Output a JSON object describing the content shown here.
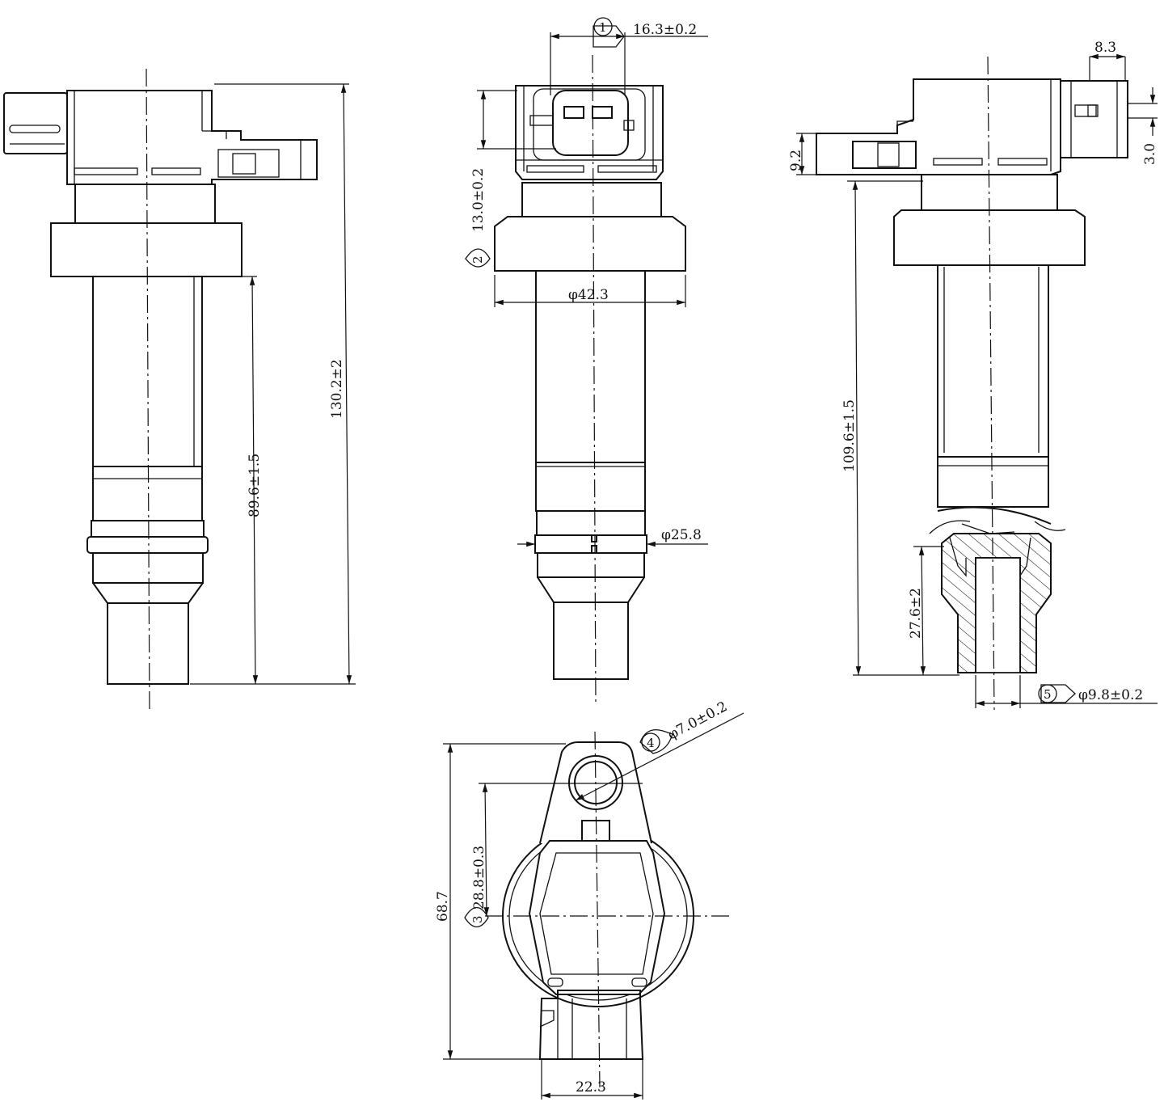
{
  "dimensions": {
    "d_16_3": "16.3±0.2",
    "d_8_3": "8.3",
    "d_9_2": "9.2",
    "d_3_0": "3.0",
    "d_13_0": "13.0±0.2",
    "d_42_3": "φ42.3",
    "d_130_2": "130.2±2",
    "d_89_6": "89.6±1.5",
    "d_109_6": "109.6±1.5",
    "d_25_8": "φ25.8",
    "d_27_6": "27.6±2",
    "d_9_8": "φ9.8±0.2",
    "d_7_0": "φ7.0±0.2",
    "d_28_8": "28.8±0.3",
    "d_68_7": "68.7",
    "d_22_3": "22.3"
  },
  "callouts": {
    "c1": "1",
    "c2": "2",
    "c3": "3",
    "c4": "4",
    "c5": "5"
  }
}
